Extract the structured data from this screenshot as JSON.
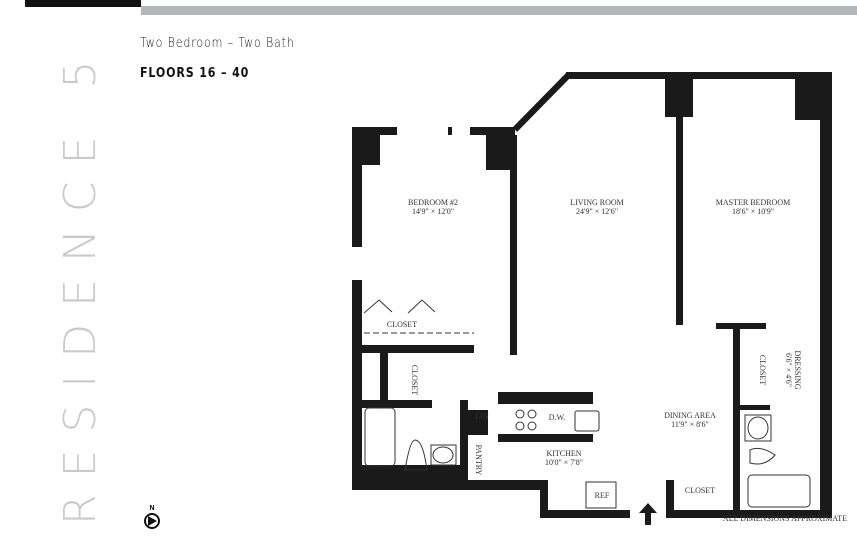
{
  "header": {
    "subtitle": "Two Bedroom – Two Bath",
    "floors": "FLOORS 16 – 40"
  },
  "residence": "RESIDENCE 5",
  "north_label": "N",
  "rooms": {
    "bedroom2": {
      "name": "BEDROOM #2",
      "dims": "14'9\" × 12'0\""
    },
    "living": {
      "name": "LIVING ROOM",
      "dims": "24'9\" × 12'6\""
    },
    "master": {
      "name": "MASTER BEDROOM",
      "dims": "18'6\" × 10'9\""
    },
    "dressing": {
      "name": "DRESSING",
      "dims": "6'6\" × 4'6\""
    },
    "dining": {
      "name": "DINING AREA",
      "dims": "11'9\" × 8'6\""
    },
    "kitchen": {
      "name": "KITCHEN",
      "dims": "10'0\" × 7'8\""
    }
  },
  "labels": {
    "closet": "CLOSET",
    "lin": "LIN",
    "dw": "D.W.",
    "pantry": "PANTRY",
    "ref": "REF"
  },
  "note": "ALL DIMENSIONS APPROXIMATE",
  "colors": {
    "wall": "#1a1a1a",
    "accent_bar": "#b4b6b9",
    "residence_text": "#c9cacc"
  }
}
